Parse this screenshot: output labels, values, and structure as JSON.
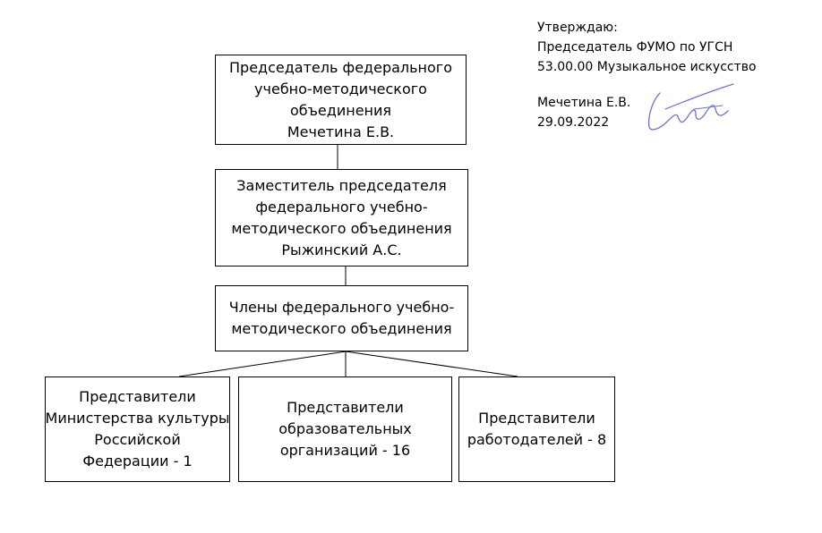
{
  "approval": {
    "line1": "Утверждаю:",
    "line2": "Председатель ФУМО по УГСН",
    "line3": "53.00.00 Музыкальное искусство",
    "signer": "Мечетина Е.В.",
    "date": "29.09.2022"
  },
  "chairman": {
    "lines": [
      "Председатель федерального",
      "учебно-методического",
      "объединения",
      "Мечетина Е.В."
    ]
  },
  "deputy": {
    "lines": [
      "Заместитель председателя",
      "федерального учебно-",
      "методического объединения",
      "Рыжинский А.С."
    ]
  },
  "members": {
    "lines": [
      "Члены федерального учебно-",
      "методического объединения"
    ]
  },
  "groups": [
    {
      "lines": [
        "Представители",
        "Министерства культуры",
        "Российской",
        "Федерации - 1"
      ]
    },
    {
      "lines": [
        "Представители",
        "образовательных",
        "организаций - 16"
      ]
    },
    {
      "lines": [
        "Представители",
        "работодателей - 8"
      ]
    }
  ],
  "colors": {
    "line": "#000000",
    "signature_ink": "#6b74c9"
  }
}
